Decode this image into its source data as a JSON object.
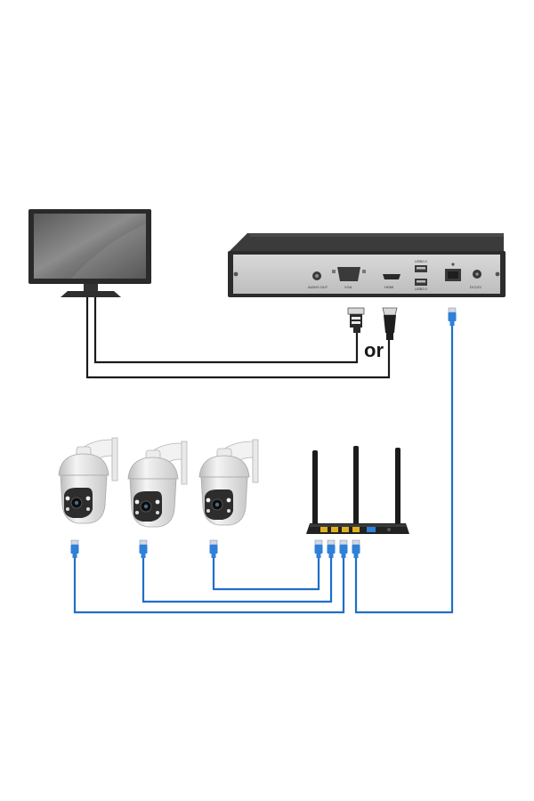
{
  "nvr": {
    "ports": {
      "audio_out": "AUDIO OUT",
      "vga": "VGA",
      "hdmi": "HDMI",
      "usb_top": "USB2.0",
      "usb_bottom": "USB2.0",
      "power": "DC12V"
    }
  },
  "connector_choice": "or",
  "colors": {
    "video_cable": "#1a1a1a",
    "network_cable": "#1f6fc7",
    "rj45_plug": "#2f80d8",
    "device_body": "#2c2c2c",
    "nvr_panel": "#cfcfcf",
    "camera_body": "#e6e6e6"
  },
  "icons": [
    "monitor-icon",
    "nvr-icon",
    "vga-plug-icon",
    "hdmi-plug-icon",
    "ptz-camera-icon",
    "router-icon",
    "rj45-plug-icon"
  ]
}
